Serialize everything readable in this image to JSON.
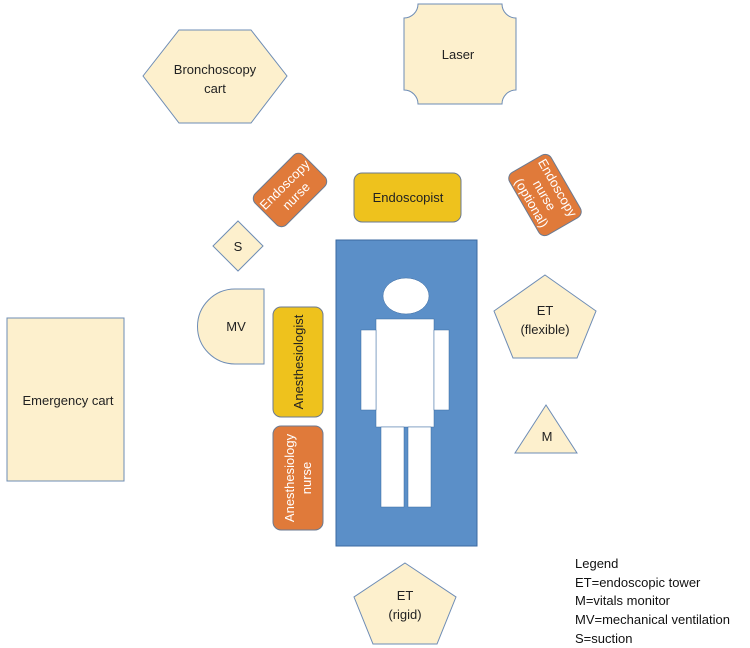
{
  "colors": {
    "equipment_fill": "#fdf0cd",
    "equipment_stroke": "#6d8cb5",
    "staff_orange": "#e07a3a",
    "staff_yellow": "#eec21d",
    "staff_stroke": "#6b7a91",
    "table_fill": "#5b8fc8",
    "table_stroke": "#3b6aa0",
    "patient_fill": "#ffffff",
    "text": "#222222"
  },
  "equipment": {
    "bronchoscopy_cart": {
      "line1": "Bronchoscopy",
      "line2": "cart"
    },
    "laser": "Laser",
    "suction": "S",
    "mechanical_ventilation": "MV",
    "emergency_cart": "Emergency cart",
    "et_flexible": {
      "line1": "ET",
      "line2": "(flexible)"
    },
    "vitals_monitor": "M",
    "et_rigid": {
      "line1": "ET",
      "line2": "(rigid)"
    }
  },
  "staff": {
    "endoscopy_nurse": {
      "line1": "Endoscopy",
      "line2": "nurse"
    },
    "endoscopist": "Endoscopist",
    "endoscopy_nurse_optional": {
      "line1": "Endoscopy",
      "line2": "nurse",
      "line3": "(optional)"
    },
    "anesthesiologist": "Anesthesiologist",
    "anesthesiology_nurse": {
      "line1": "Anesthesiology",
      "line2": "nurse"
    }
  },
  "legend": {
    "title": "Legend",
    "items": [
      "ET=endoscopic tower",
      "M=vitals monitor",
      "MV=mechanical ventilation",
      "S=suction"
    ]
  }
}
